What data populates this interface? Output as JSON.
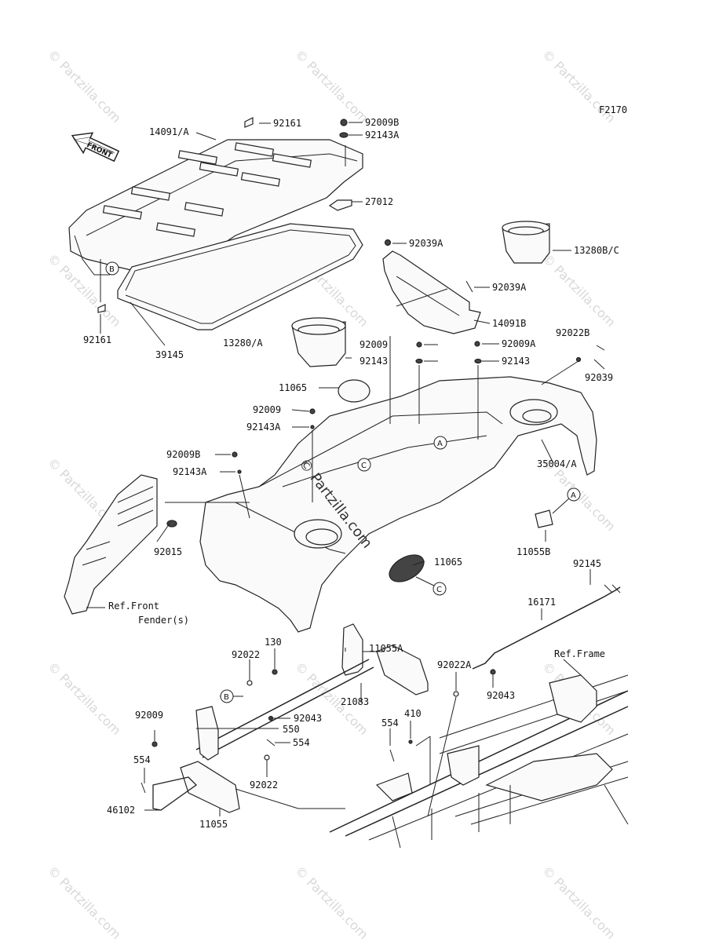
{
  "figure_code": "F2170",
  "front_label": "FRONT",
  "watermark": "© Partzilla.com",
  "center_watermark": "© Partzilla.com",
  "ref_letters": {
    "a": "A",
    "b": "B",
    "c": "C"
  },
  "parts": [
    "14091/A",
    "92161",
    "92009B",
    "92143A",
    "27012",
    "92161",
    "39145",
    "92039A",
    "13280B/C",
    "92039A",
    "14091B",
    "13280/A",
    "92009",
    "92143",
    "92009A",
    "92143",
    "92022B",
    "92039",
    "11065",
    "92009",
    "92143A",
    "35004/A",
    "92009B",
    "92143A",
    "92015",
    "11055B",
    "11065",
    "92145",
    "16171",
    "130",
    "92022",
    "11055A",
    "92022A",
    "Ref.Frame",
    "21083",
    "92043",
    "92009",
    "92043",
    "550",
    "554",
    "554",
    "410",
    "554",
    "92022",
    "46102",
    "11055"
  ],
  "references": {
    "front_fender_line1": "Ref.Front",
    "front_fender_line2": "Fender(s)"
  }
}
